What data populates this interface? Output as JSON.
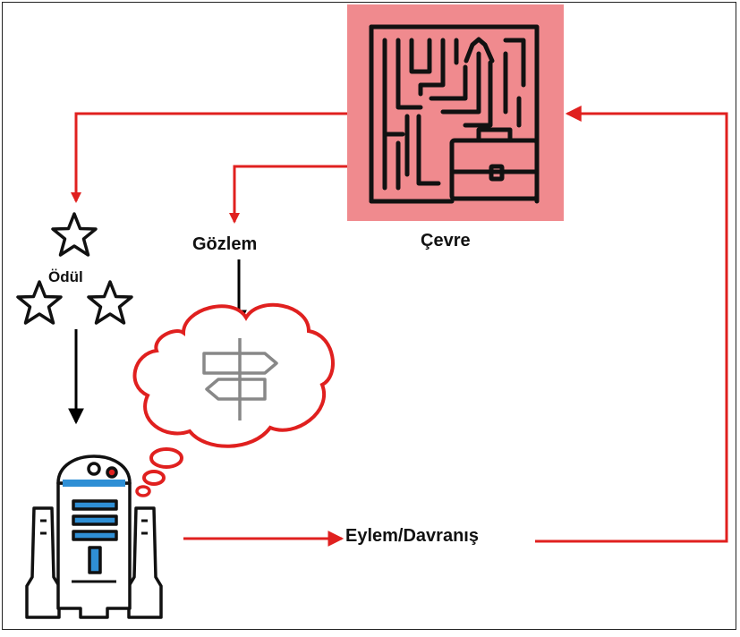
{
  "diagram": {
    "environment_label": "Çevre",
    "observation_label": "Gözlem",
    "reward_label": "Ödül",
    "action_label": "Eylem/Davranış"
  },
  "colors": {
    "arrow_red": "#e0201f",
    "arrow_black": "#000000",
    "environment_fill": "#f08a8e",
    "cloud_stroke": "#e0201f",
    "robot_blue": "#2f8fd5",
    "robot_red": "#e0201f"
  },
  "icons": {
    "environment": "maze-briefcase-icon",
    "reward": "stars-icon",
    "observation": "signpost-thought-cloud-icon",
    "agent": "robot-icon"
  }
}
